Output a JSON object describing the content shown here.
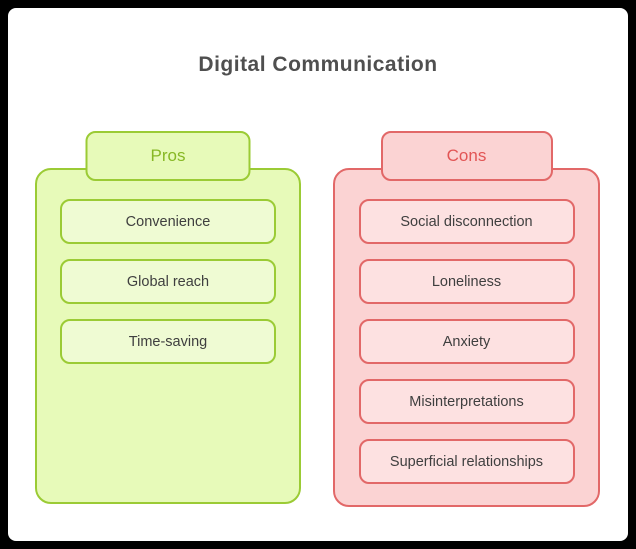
{
  "title": "Digital Communication",
  "pros": {
    "label": "Pros",
    "items": {
      "0": "Convenience",
      "1": "Global reach",
      "2": "Time-saving"
    }
  },
  "cons": {
    "label": "Cons",
    "items": {
      "0": "Social disconnection",
      "1": "Loneliness",
      "2": "Anxiety",
      "3": "Misinterpretations",
      "4": "Superficial relationships"
    }
  },
  "colors": {
    "background": "#000000",
    "canvas": "#ffffff",
    "title_text": "#4f4f4f",
    "pros_fill": "#e7fab9",
    "pros_item_fill": "#effbd3",
    "pros_border": "#9bcb35",
    "pros_label_text": "#87b825",
    "cons_fill": "#fbd3d3",
    "cons_item_fill": "#fde1e1",
    "cons_border": "#e26868",
    "cons_label_text": "#e25555",
    "item_text": "#3f3f3f"
  }
}
